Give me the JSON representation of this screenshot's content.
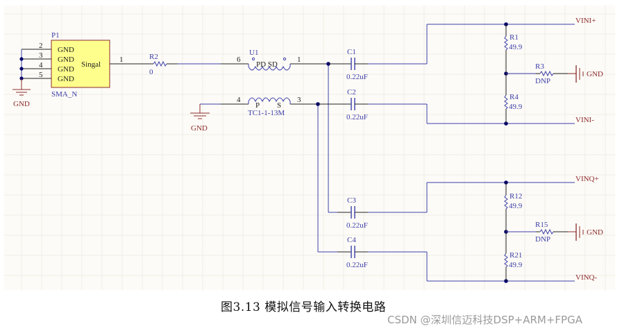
{
  "figure": {
    "caption": "图3.13  模拟信号输入转换电路",
    "watermark": "CSDN @深圳信迈科技DSP+ARM+FPGA"
  },
  "colors": {
    "background": "#fdfbf7",
    "grid": "#eeece6",
    "wire": "#3b3fa8",
    "pin": "#222222",
    "junction": "#00006b",
    "power": "#8b2b2b",
    "component_body": "#fefe8c",
    "component_border": "#8b2b2b"
  },
  "connector": {
    "designator": "P1",
    "part": "SMA_N",
    "pins": [
      {
        "num": "2",
        "name": "GND"
      },
      {
        "num": "3",
        "name": "GND"
      },
      {
        "num": "4",
        "name": "GND"
      },
      {
        "num": "5",
        "name": "GND"
      }
    ],
    "signal_pin": {
      "num": "1",
      "name": "Singal"
    },
    "gnd_label": "GND"
  },
  "r2": {
    "designator": "R2",
    "value": "0"
  },
  "transformer": {
    "designator": "U1",
    "part": "TC1-1-13M",
    "top_labels": "PD SD",
    "p_label": "P",
    "s_label": "S",
    "pins": {
      "p1": "6",
      "p2": "1",
      "p3": "4",
      "p4": "3"
    },
    "gnd_label": "GND"
  },
  "capacitors": [
    {
      "designator": "C1",
      "value": "0.22uF"
    },
    {
      "designator": "C2",
      "value": "0.22uF"
    },
    {
      "designator": "C3",
      "value": "0.22uF"
    },
    {
      "designator": "C4",
      "value": "0.22uF"
    }
  ],
  "channel_i": {
    "r_top": {
      "designator": "R1",
      "value": "49.9"
    },
    "r_bot": {
      "designator": "R4",
      "value": "49.9"
    },
    "r_gnd": {
      "designator": "R3",
      "value": "DNP"
    },
    "net_pos": "VINI+",
    "net_neg": "VINI-",
    "gnd_label": "GND"
  },
  "channel_q": {
    "r_top": {
      "designator": "R12",
      "value": "49.9"
    },
    "r_bot": {
      "designator": "R21",
      "value": "49.9"
    },
    "r_gnd": {
      "designator": "R15",
      "value": "DNP"
    },
    "net_pos": "VINQ+",
    "net_neg": "VINQ-",
    "gnd_label": "GND"
  }
}
